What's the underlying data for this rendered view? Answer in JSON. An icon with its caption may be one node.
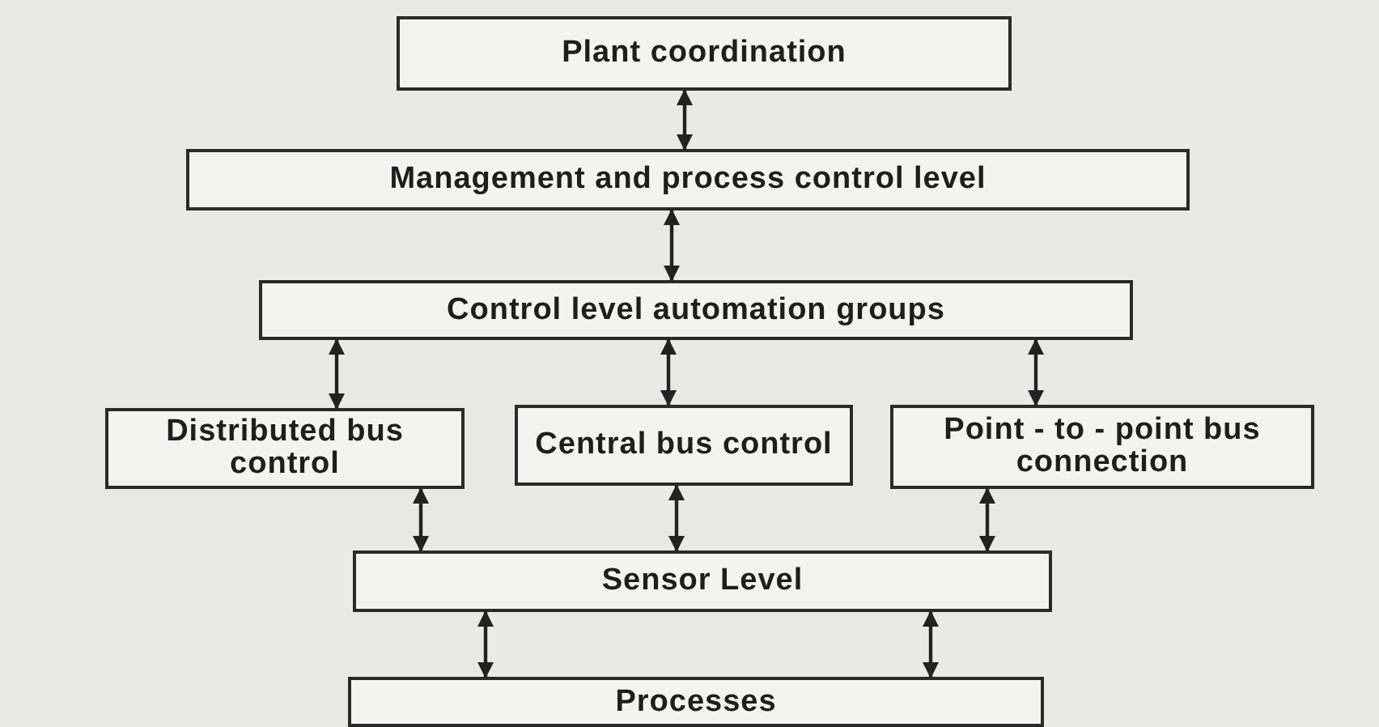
{
  "diagram": {
    "nodes": [
      {
        "text": [
          "Plant coordination"
        ]
      },
      {
        "text": [
          "Management and process control level"
        ]
      },
      {
        "text": [
          "Control level automation groups"
        ]
      },
      {
        "text": [
          "Distributed bus control"
        ]
      },
      {
        "text": [
          "Central bus control"
        ]
      },
      {
        "text": [
          "Point - to - point bus connection"
        ]
      },
      {
        "text": [
          "Sensor Level"
        ]
      },
      {
        "text": [
          "Processes"
        ]
      }
    ],
    "edges": [
      {
        "from": 0,
        "to": 1,
        "arrow": "both"
      },
      {
        "from": 1,
        "to": 2,
        "arrow": "both"
      },
      {
        "from": 2,
        "to": 3,
        "arrow": "both"
      },
      {
        "from": 2,
        "to": 4,
        "arrow": "both"
      },
      {
        "from": 2,
        "to": 5,
        "arrow": "both"
      },
      {
        "from": 3,
        "to": 6,
        "arrow": "both"
      },
      {
        "from": 4,
        "to": 6,
        "arrow": "both"
      },
      {
        "from": 5,
        "to": 6,
        "arrow": "both"
      },
      {
        "from": 6,
        "to": 7,
        "arrow": "both"
      },
      {
        "from": 6,
        "to": 7,
        "arrow": "both"
      }
    ]
  }
}
